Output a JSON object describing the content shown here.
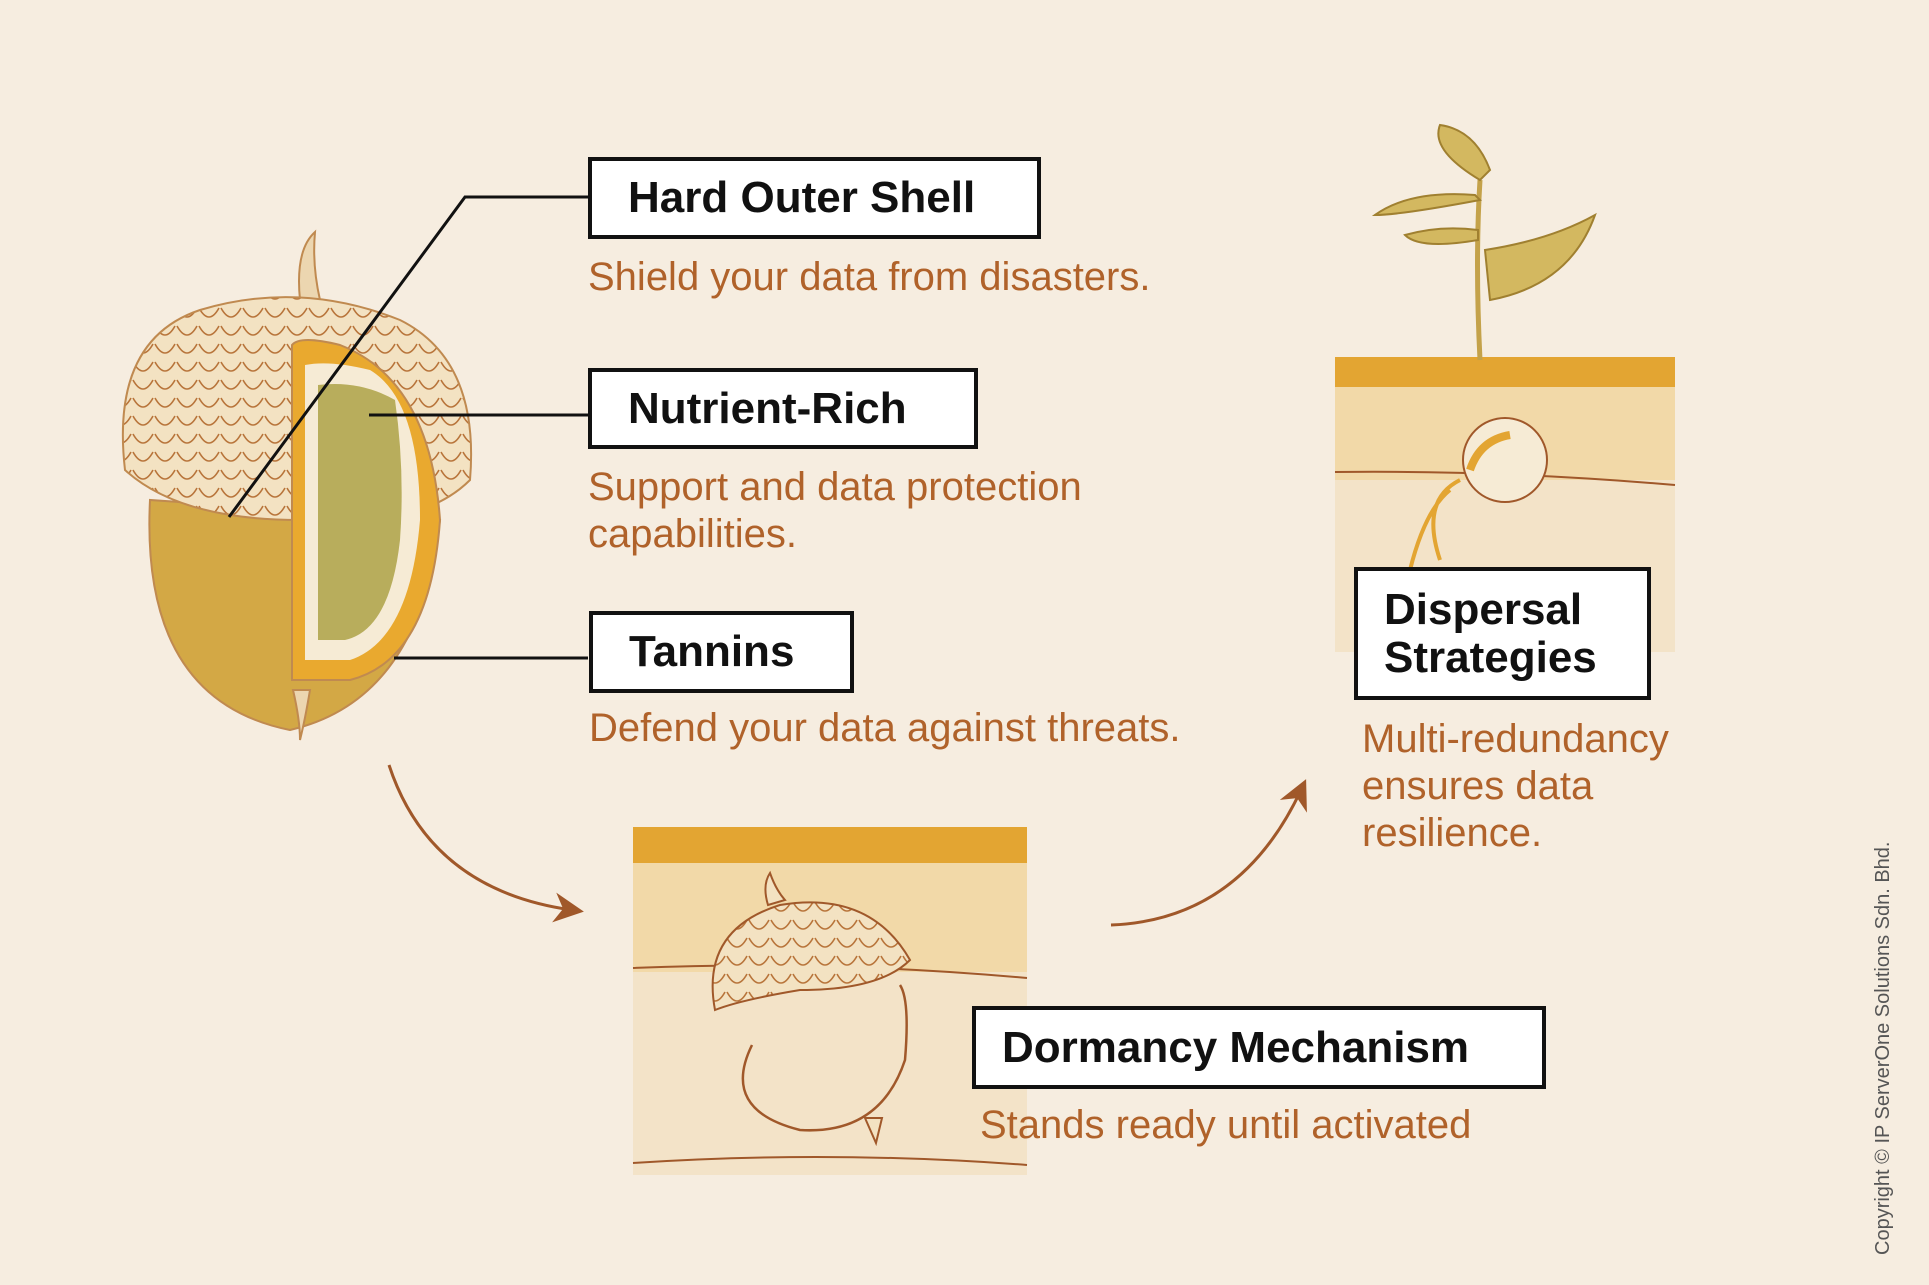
{
  "features": [
    {
      "id": "hard-outer-shell",
      "title": "Hard Outer Shell",
      "description": [
        "Shield your data from disasters."
      ]
    },
    {
      "id": "nutrient-rich",
      "title": "Nutrient-Rich",
      "description": [
        "Support and data protection",
        "capabilities."
      ]
    },
    {
      "id": "tannins",
      "title": "Tannins",
      "description": [
        "Defend your data against threats."
      ]
    },
    {
      "id": "dormancy-mechanism",
      "title": "Dormancy Mechanism",
      "description": [
        "Stands ready until activated"
      ]
    },
    {
      "id": "dispersal-strategies",
      "title": [
        "Dispersal",
        "Strategies"
      ],
      "description": [
        "Multi-redundancy",
        "ensures data",
        "resilience."
      ]
    }
  ],
  "copyright": "Copyright © IP ServerOne Solutions Sdn. Bhd.",
  "colors": {
    "background": "#f6ede0",
    "accent_text": "#b0622a",
    "soil_top": "#e3a532",
    "soil_mid": "#f2d9a8",
    "arrow": "#a0582a"
  }
}
